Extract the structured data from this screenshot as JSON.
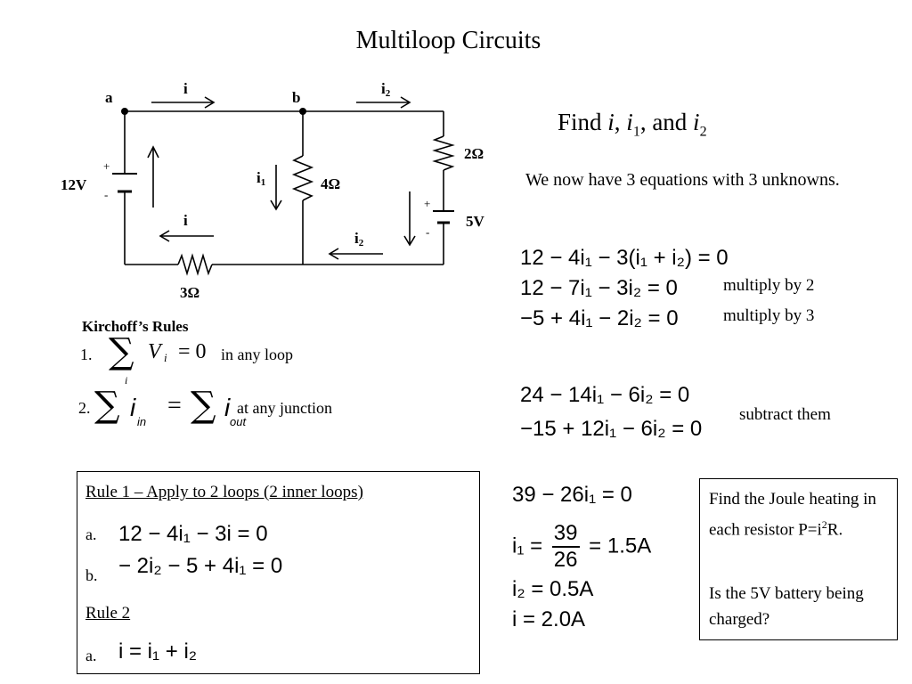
{
  "title": "Multiloop Circuits",
  "circuit": {
    "node_a": "a",
    "node_b": "b",
    "current_i_top": "i",
    "current_i2_top": "i",
    "current_i2_top_sub": "2",
    "current_i1": "i",
    "current_i1_sub": "1",
    "current_i_bottom": "i",
    "current_i2_bottom": "i",
    "current_i2_bottom_sub": "2",
    "battery_12v": "12V",
    "battery_5v": "5V",
    "plus": "+",
    "minus": "-",
    "r_4": "4Ω",
    "r_2": "2Ω",
    "r_3": "3Ω"
  },
  "find": {
    "prefix": "Find ",
    "i": "i",
    "sep1": ", ",
    "i1": "i",
    "i1_sub": "1",
    "sep2": ", and ",
    "i2": "i",
    "i2_sub": "2"
  },
  "intro_text": "We now have 3 equations with 3 unknowns.",
  "equations": {
    "eq1": "12 − 4i₁ − 3(i₁ + i₂) = 0",
    "eq2": "12 − 7i₁ − 3i₂ = 0",
    "eq3": "−5 + 4i₁ − 2i₂ = 0",
    "note_eq2": "multiply by 2",
    "note_eq3": "multiply by 3",
    "eq4": "24 − 14i₁ − 6i₂ = 0",
    "eq5": "−15 + 12i₁ − 6i₂ = 0",
    "note_eq5": "subtract them",
    "eq6": "39 − 26i₁ = 0",
    "eq7_lhs": "i₁ =",
    "eq7_num": "39",
    "eq7_den": "26",
    "eq7_rhs": "= 1.5A",
    "eq8": "i₂ = 0.5A",
    "eq9": "i = 2.0A"
  },
  "kirchoff": {
    "heading": "Kirchoff’s Rules",
    "rule1_num": "1.",
    "rule1_sigma": "∑",
    "rule1_V": "V",
    "rule1_sub": "i",
    "rule1_eq": "= 0",
    "rule1_sigma_sub": "i",
    "rule1_text": "in any loop",
    "rule2_num": "2.",
    "rule2_sigma": "∑",
    "rule2_i": "i",
    "rule2_in": "in",
    "rule2_eq": "=",
    "rule2_sigma2": "∑",
    "rule2_i2": "i",
    "rule2_out": "out",
    "rule2_text": "at any junction"
  },
  "rules_box": {
    "rule1_heading": "Rule 1 – Apply to 2 loops (2 inner loops)",
    "a_label": "a.",
    "a_eq": "12 − 4i₁ − 3i = 0",
    "b_label": "b.",
    "b_eq": "− 2i₂ − 5 + 4i₁ = 0",
    "rule2_heading": "Rule 2",
    "rule2_a_label": "a.",
    "rule2_a_eq": "i = i₁ + i₂"
  },
  "question_box": {
    "text1": "Find the Joule heating in each resistor P=i",
    "text1_sup": "2",
    "text1_end": "R.",
    "text2": "Is the 5V battery being charged?"
  }
}
